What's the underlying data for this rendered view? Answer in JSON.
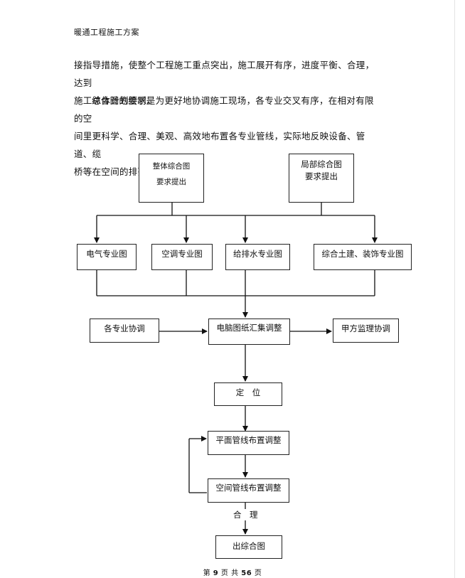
{
  "header": {
    "title": "暖通工程施工方案"
  },
  "body": {
    "para1": [
      "接指导措施，使整个工程施工重点突出，施工展开有序，进度平衡、合理，达到",
      "施工总体计划要求。"
    ],
    "para2": [
      "综合图的绘制是为更好地协调施工现场，各专业交叉有序，在相对有限的空",
      "间里更科学、合理、美观、高效地布置各专业管线，实际地反映设备、管道、缆",
      "桥等在空间的排列走向。"
    ]
  },
  "flowchart": {
    "overall": [
      "整体综合图",
      "要求提出"
    ],
    "local": [
      "局部综合图",
      "要求提出"
    ],
    "electrical": "电气专业图",
    "hvac": "空调专业图",
    "plumbing": "给排水专业图",
    "civil": "综合土建、装饰专业图",
    "coordination": "各专业协调",
    "computer": "电脑图纸汇集调整",
    "client": "甲方监理协调",
    "positioning": "定　位",
    "plane": "平面管线布置调整",
    "space": "空间管线布置调整",
    "reasonable": "合　理",
    "output": "出综合图"
  },
  "footer": {
    "p1": "第",
    "page": "9",
    "p2": "页 共",
    "total": "56",
    "p3": "页"
  }
}
